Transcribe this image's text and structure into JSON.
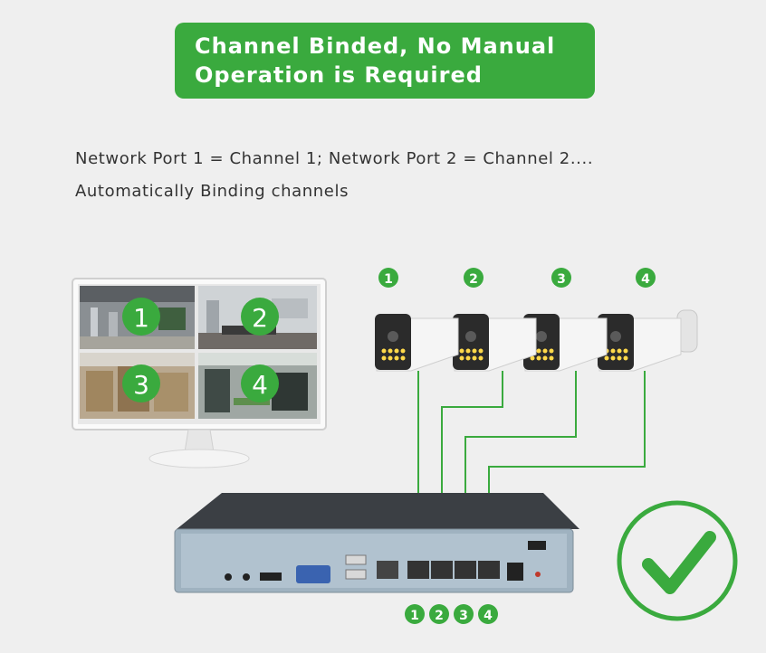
{
  "banner": {
    "line1": "Channel Binded, No Manual",
    "line2": "Operation is Required"
  },
  "description": {
    "line1": "Network Port 1 = Channel 1;  Network Port 2 = Channel 2....",
    "line2": "Automatically Binding channels"
  },
  "monitor": {
    "tiles": [
      "1",
      "2",
      "3",
      "4"
    ]
  },
  "cameras": {
    "labels": [
      "1",
      "2",
      "3",
      "4"
    ]
  },
  "nvr": {
    "port_labels": [
      "1",
      "2",
      "3",
      "4"
    ]
  },
  "colors": {
    "accent_green": "#3aaa3e",
    "background": "#efefef"
  },
  "icons": [
    "monitor-icon",
    "camera-icon",
    "nvr-recorder-icon",
    "checkmark-icon"
  ]
}
